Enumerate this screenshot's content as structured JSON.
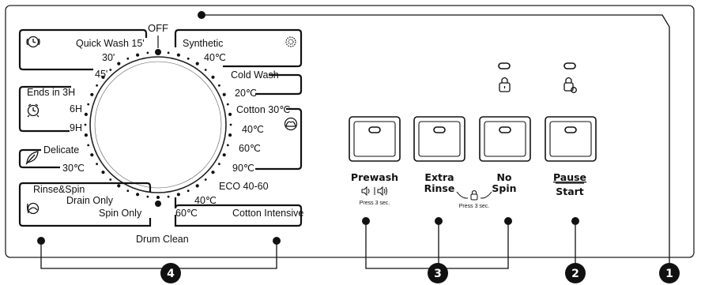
{
  "dial": {
    "off": "OFF",
    "left_programs": {
      "quick_wash": "Quick Wash 15'",
      "t30": "30'",
      "t45": "45'",
      "ends_in": "Ends in 3H",
      "h6": "6H",
      "h9": "9H",
      "delicate": "Delicate",
      "delicate_temp": "30℃",
      "rinse_spin": "Rinse&Spin",
      "drain_only": "Drain  Only",
      "spin_only": "Spin Only",
      "drum_clean": "Drum Clean"
    },
    "right_programs": {
      "synthetic": "Synthetic",
      "synthetic_temp": "40℃",
      "cold_wash": "Cold Wash",
      "cold_wash_temp": "20℃",
      "cotton": "Cotton 30℃",
      "cotton_40": "40℃",
      "cotton_60": "60℃",
      "cotton_90": "90℃",
      "eco": "ECO 40-60",
      "ci_40": "40℃",
      "ci_60": "60℃",
      "cotton_intensive": "Cotton Intensive"
    }
  },
  "buttons": {
    "prewash": "Prewash",
    "prewash_sub": "Press 3 sec.",
    "extra": "Extra",
    "rinse": "Rinse",
    "no": "No",
    "spin": "Spin",
    "combo_sub": "Press 3 sec.",
    "pause": "Pause",
    "start": "Start"
  },
  "callouts": [
    "1",
    "2",
    "3",
    "4"
  ],
  "icons": [
    "synthetic-icon",
    "clock-icon",
    "alarm-icon",
    "feather-icon",
    "rinse-spin-icon",
    "cotton-icon",
    "door-lock-icon",
    "child-lock-icon",
    "sound-icon"
  ]
}
